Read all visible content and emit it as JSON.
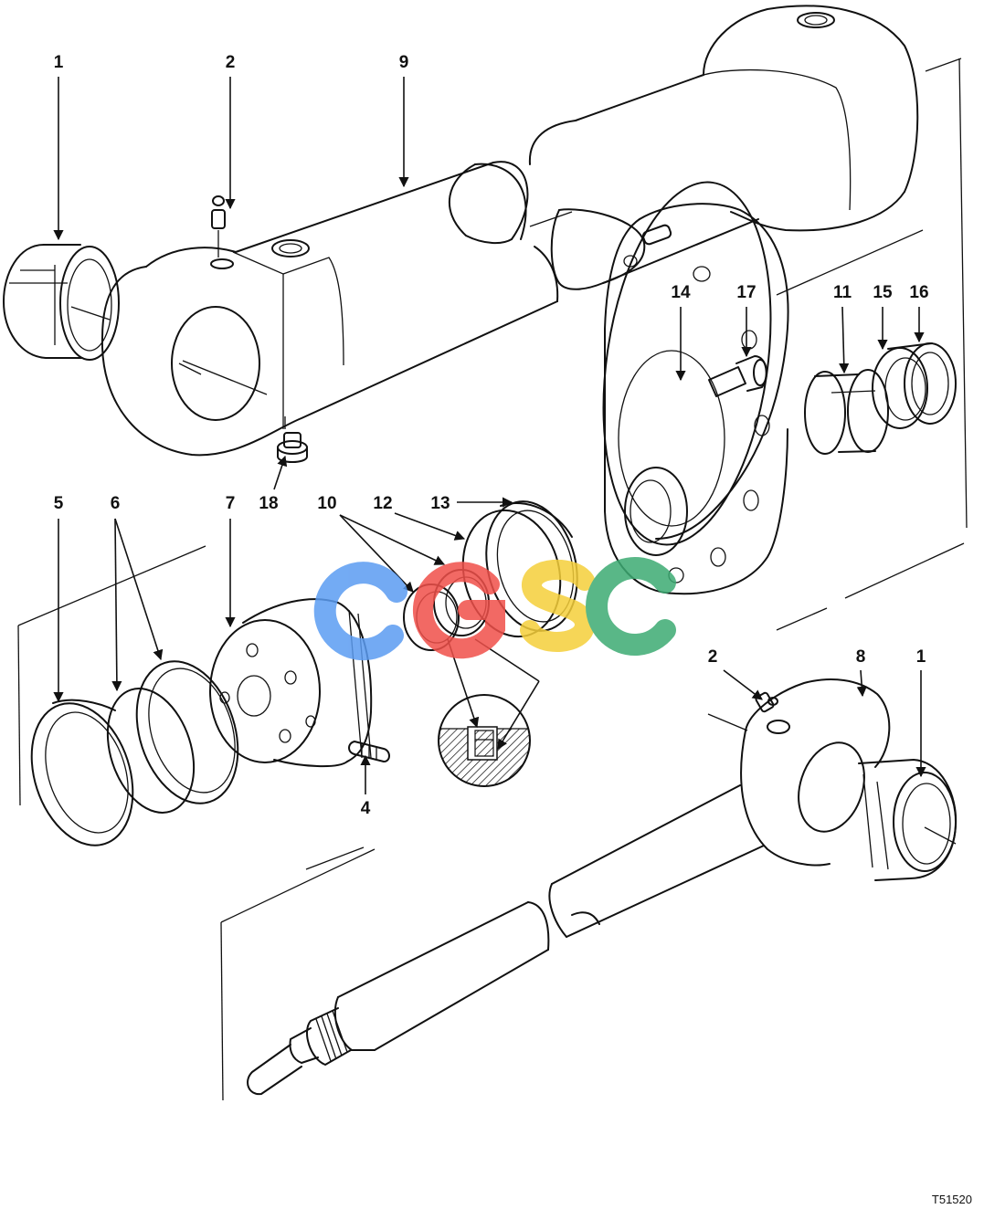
{
  "drawing_code": "T51520",
  "callouts": {
    "c1_top": "1",
    "c2_top": "2",
    "c9": "9",
    "c14": "14",
    "c17": "17",
    "c11": "11",
    "c15": "15",
    "c16": "16",
    "c18": "18",
    "c5": "5",
    "c6": "6",
    "c7": "7",
    "c10": "10",
    "c12": "12",
    "c13": "13",
    "c4": "4",
    "c2_right": "2",
    "c8": "8",
    "c1_right": "1"
  },
  "watermark": {
    "letters": [
      "C",
      "G",
      "S",
      "C"
    ],
    "colors": [
      "#5b9cf2",
      "#f0504a",
      "#f5cf3a",
      "#3dab73"
    ]
  }
}
